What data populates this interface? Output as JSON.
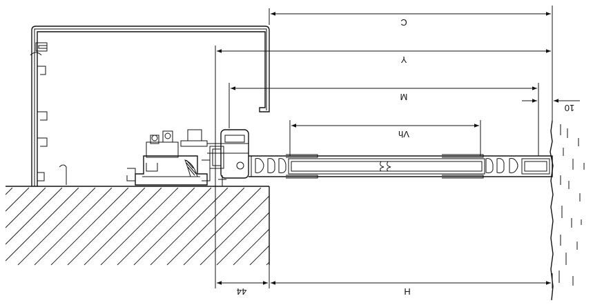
{
  "dimensions": {
    "c": "C",
    "y": "Y",
    "m": "M",
    "vh": "Vh",
    "h": "H",
    "gap_44": "44",
    "gap_10": "10"
  },
  "colors": {
    "line": "#111111",
    "background": "#ffffff"
  }
}
